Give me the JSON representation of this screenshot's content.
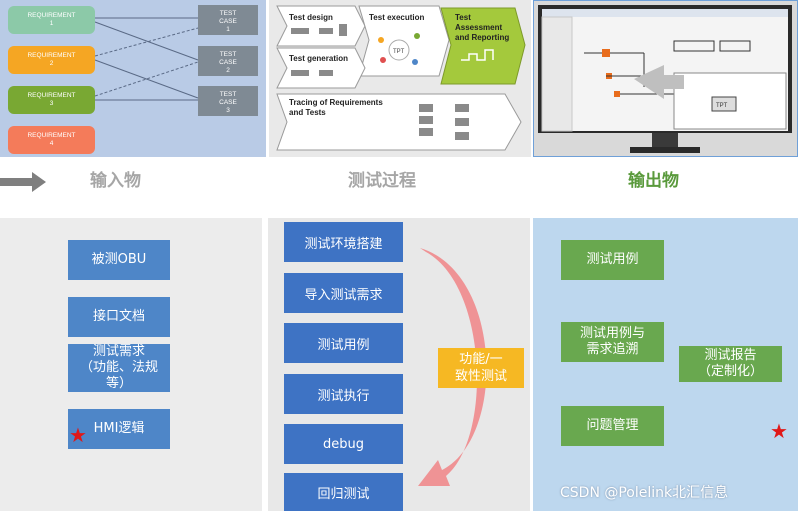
{
  "inputs_panel": {
    "requirements": [
      "REQUIREMENT\n1",
      "REQUIREMENT\n2",
      "REQUIREMENT\n3",
      "REQUIREMENT\n4"
    ],
    "test_cases": [
      "TEST\nCASE\n1",
      "TEST\nCASE\n2",
      "TEST\nCASE\n3"
    ]
  },
  "process_panel": {
    "test_design": "Test design",
    "test_execution": "Test execution",
    "test_assessment": "Test\nAssessment\nand Reporting",
    "test_generation": "Test generation",
    "tracing": "Tracing of Requirements\nand Tests"
  },
  "captions": {
    "inputs": "输入物",
    "process": "测试过程",
    "outputs": "输出物"
  },
  "inputs": [
    "被测OBU",
    "接口文档",
    "测试需求\n（功能、法规\n等）",
    "HMI逻辑"
  ],
  "process_steps": [
    "测试环境搭建",
    "导入测试需求",
    "测试用例",
    "测试执行",
    "debug",
    "回归测试"
  ],
  "process_loop_label": "功能/一\n致性测试",
  "outputs": [
    "测试用例",
    "测试用例与\n需求追溯",
    "测试报告\n（定制化）",
    "问题管理"
  ],
  "watermark": "CSDN @Polelink北汇信息",
  "colors": {
    "caption_gray": "#a6a6a6",
    "caption_green": "#5a9a3c",
    "box_blue": "#4e86c8",
    "box_green": "#69a84f",
    "loop_amber": "#f6b823",
    "loop_arrow": "#f08a8c",
    "star": "#e01818"
  }
}
